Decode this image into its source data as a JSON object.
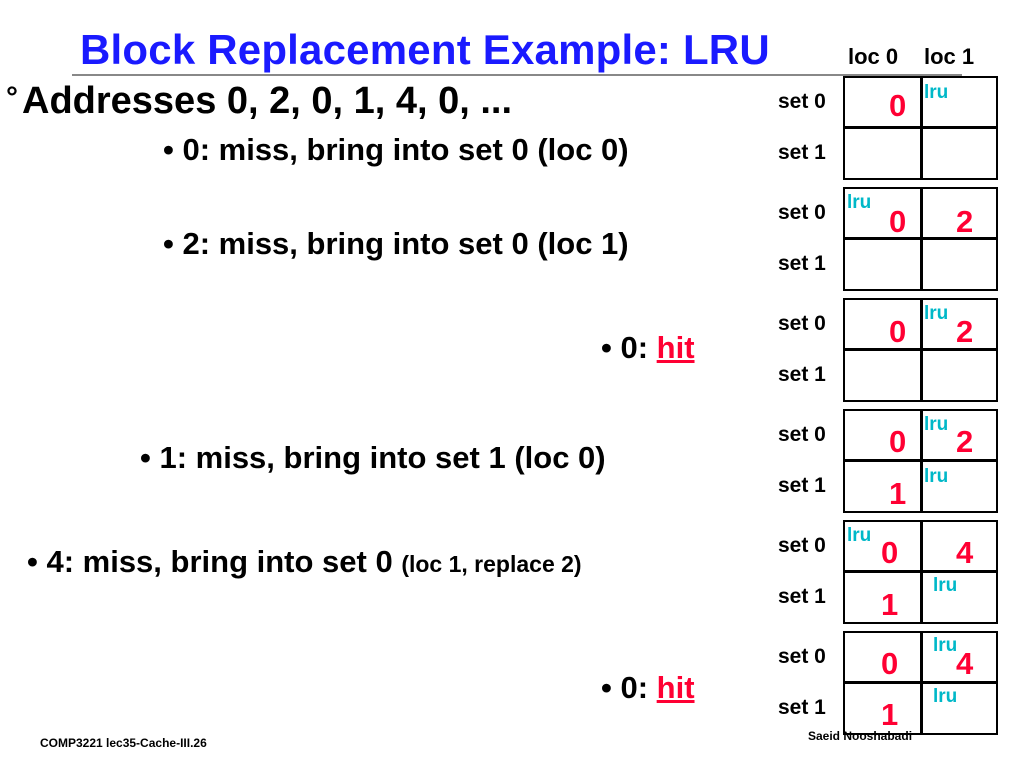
{
  "title": "Block Replacement Example: LRU",
  "loc_headers": [
    "loc 0",
    "loc 1"
  ],
  "main_bullet": "Addresses 0, 2, 0, 1, 4, 0, ...",
  "steps": [
    {
      "text": "• 0: miss, bring into set 0 (loc 0)"
    },
    {
      "text": "• 2: miss, bring into set 0 (loc 1)"
    },
    {
      "prefix": "• 0: ",
      "hit": "hit"
    },
    {
      "text": "• 1: miss, bring into set 1 (loc 0)"
    },
    {
      "text": "• 4: miss, bring into set 0 ",
      "small": "(loc 1, replace 2)"
    },
    {
      "prefix": "• 0: ",
      "hit": "hit"
    }
  ],
  "set_labels": [
    "set 0",
    "set 1"
  ],
  "lru_label": "lru",
  "cache_states": [
    {
      "set0": [
        "0",
        ""
      ],
      "set1": [
        "",
        ""
      ]
    },
    {
      "set0": [
        "0",
        "2"
      ],
      "set1": [
        "",
        ""
      ]
    },
    {
      "set0": [
        "0",
        "2"
      ],
      "set1": [
        "",
        ""
      ]
    },
    {
      "set0": [
        "0",
        "2"
      ],
      "set1": [
        "1",
        ""
      ]
    },
    {
      "set0": [
        "0",
        "4"
      ],
      "set1": [
        "1",
        ""
      ]
    },
    {
      "set0": [
        "0",
        "4"
      ],
      "set1": [
        "1",
        ""
      ]
    }
  ],
  "footer": {
    "left": "COMP3221  lec35-Cache-III.26",
    "right": "Saeid Nooshabadi"
  }
}
